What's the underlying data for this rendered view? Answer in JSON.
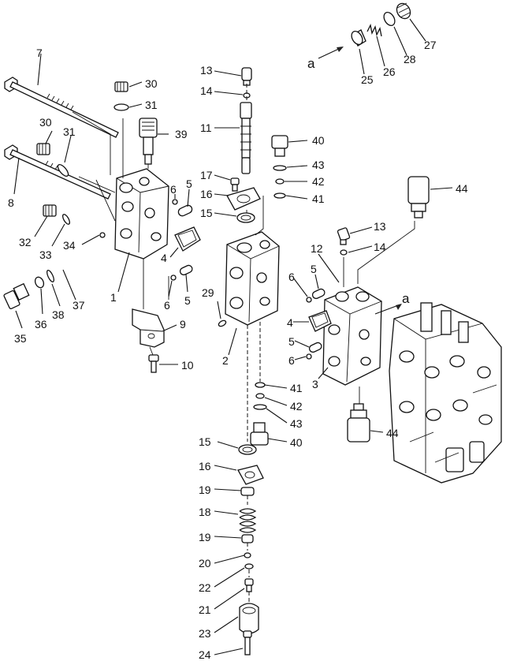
{
  "callouts": [
    {
      "id": "7",
      "text": "7"
    },
    {
      "id": "8",
      "text": "8"
    },
    {
      "id": "30a",
      "text": "30"
    },
    {
      "id": "31a",
      "text": "31"
    },
    {
      "id": "30b",
      "text": "30"
    },
    {
      "id": "31b",
      "text": "31"
    },
    {
      "id": "39",
      "text": "39"
    },
    {
      "id": "32",
      "text": "32"
    },
    {
      "id": "33",
      "text": "33"
    },
    {
      "id": "34",
      "text": "34"
    },
    {
      "id": "6a",
      "text": "6"
    },
    {
      "id": "5a",
      "text": "5"
    },
    {
      "id": "4a",
      "text": "4"
    },
    {
      "id": "6b",
      "text": "6"
    },
    {
      "id": "5b",
      "text": "5"
    },
    {
      "id": "1",
      "text": "1"
    },
    {
      "id": "35",
      "text": "35"
    },
    {
      "id": "36",
      "text": "36"
    },
    {
      "id": "38",
      "text": "38"
    },
    {
      "id": "37",
      "text": "37"
    },
    {
      "id": "9",
      "text": "9"
    },
    {
      "id": "10",
      "text": "10"
    },
    {
      "id": "13a",
      "text": "13"
    },
    {
      "id": "14a",
      "text": "14"
    },
    {
      "id": "11",
      "text": "11"
    },
    {
      "id": "17",
      "text": "17"
    },
    {
      "id": "16a",
      "text": "16"
    },
    {
      "id": "15a",
      "text": "15"
    },
    {
      "id": "40a",
      "text": "40"
    },
    {
      "id": "43a",
      "text": "43"
    },
    {
      "id": "42a",
      "text": "42"
    },
    {
      "id": "41a",
      "text": "41"
    },
    {
      "id": "29",
      "text": "29"
    },
    {
      "id": "2",
      "text": "2"
    },
    {
      "id": "41b",
      "text": "41"
    },
    {
      "id": "42b",
      "text": "42"
    },
    {
      "id": "43b",
      "text": "43"
    },
    {
      "id": "40b",
      "text": "40"
    },
    {
      "id": "15b",
      "text": "15"
    },
    {
      "id": "16b",
      "text": "16"
    },
    {
      "id": "19a",
      "text": "19"
    },
    {
      "id": "18",
      "text": "18"
    },
    {
      "id": "19b",
      "text": "19"
    },
    {
      "id": "20",
      "text": "20"
    },
    {
      "id": "22",
      "text": "22"
    },
    {
      "id": "21",
      "text": "21"
    },
    {
      "id": "23",
      "text": "23"
    },
    {
      "id": "24",
      "text": "24"
    },
    {
      "id": "25",
      "text": "25"
    },
    {
      "id": "26",
      "text": "26"
    },
    {
      "id": "27",
      "text": "27"
    },
    {
      "id": "28",
      "text": "28"
    },
    {
      "id": "a1",
      "text": "a"
    },
    {
      "id": "44a",
      "text": "44"
    },
    {
      "id": "13b",
      "text": "13"
    },
    {
      "id": "14b",
      "text": "14"
    },
    {
      "id": "12",
      "text": "12"
    },
    {
      "id": "6c",
      "text": "6"
    },
    {
      "id": "5c",
      "text": "5"
    },
    {
      "id": "a2",
      "text": "a"
    },
    {
      "id": "4b",
      "text": "4"
    },
    {
      "id": "5d",
      "text": "5"
    },
    {
      "id": "6d",
      "text": "6"
    },
    {
      "id": "3",
      "text": "3"
    },
    {
      "id": "44b",
      "text": "44"
    }
  ]
}
